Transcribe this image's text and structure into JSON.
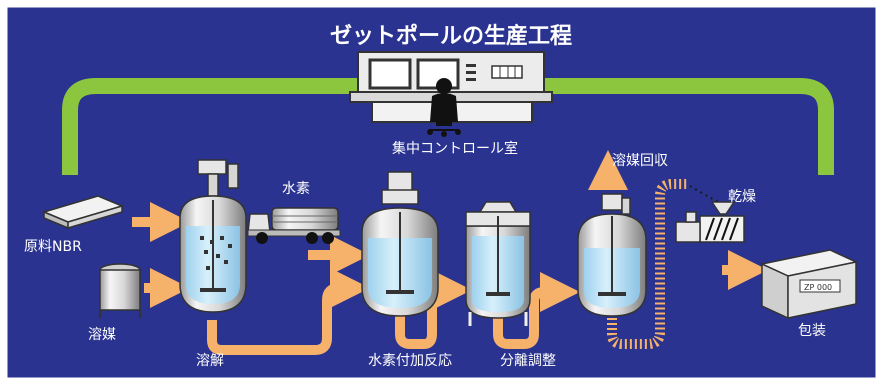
{
  "title": "ゼットポールの生産工程",
  "labels": {
    "control_room": "集中コントロール室",
    "hydrogen": "水素",
    "raw_material": "原料NBR",
    "solvent": "溶媒",
    "dissolution": "溶解",
    "hydrogenation": "水素付加反応",
    "separation": "分離調整",
    "solvent_recovery": "溶媒回収",
    "drying": "乾燥",
    "packaging": "包装"
  },
  "colors": {
    "background": "#2a3390",
    "frame": "#ffffff",
    "pipe_green": "#8cc63f",
    "flow_orange": "#f6b26b",
    "vessel_liquid": "#bfe4f6",
    "vessel_steel": "#e6e6e6"
  }
}
